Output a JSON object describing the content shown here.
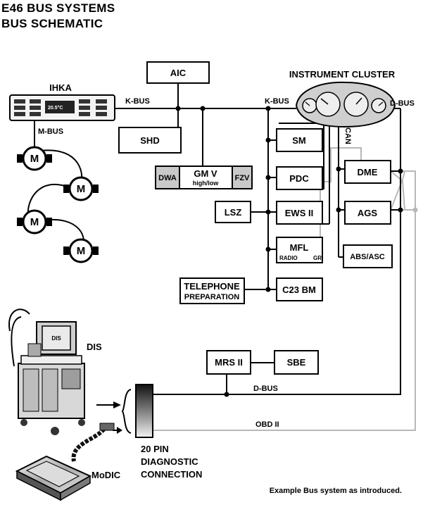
{
  "title": {
    "line1": "E46 BUS  SYSTEMS",
    "line2": "BUS SCHEMATIC"
  },
  "labels": {
    "aic": "AIC",
    "ihka": "IHKA",
    "instrument_cluster": "INSTRUMENT CLUSTER",
    "k_bus_left": "K-BUS",
    "k_bus_right": "K-BUS",
    "d_bus_top": "D-BUS",
    "m_bus": "M-BUS",
    "can": "CAN",
    "shd": "SHD",
    "sm": "SM",
    "dwa": "DWA",
    "gm_v": "GM V",
    "gm_v_sub": "high/low",
    "fzv": "FZV",
    "pdc": "PDC",
    "dme": "DME",
    "lsz": "LSZ",
    "ews": "EWS II",
    "ags": "AGS",
    "mfl": "MFL",
    "mfl_radio": "RADIO",
    "mfl_gr": "GR",
    "abs_asc": "ABS/ASC",
    "telephone_1": "TELEPHONE",
    "telephone_2": "PREPARATION",
    "c23bm": "C23 BM",
    "motor": "M",
    "dis": "DIS",
    "dis_screen": "DIS",
    "mrs": "MRS II",
    "sbe": "SBE",
    "d_bus_bottom": "D-BUS",
    "obd": "OBD II",
    "pin_1": "20 PIN",
    "pin_2": "DIAGNOSTIC",
    "pin_3": "CONNECTION",
    "modic": "MoDIC",
    "ihka_display": "20.5°C",
    "footer": "Example Bus system as introduced."
  },
  "colors": {
    "line": "#000000",
    "obd_line": "#b8b8b8",
    "module_fill": "#ffffff",
    "grey_module_fill": "#c9c9c9"
  }
}
